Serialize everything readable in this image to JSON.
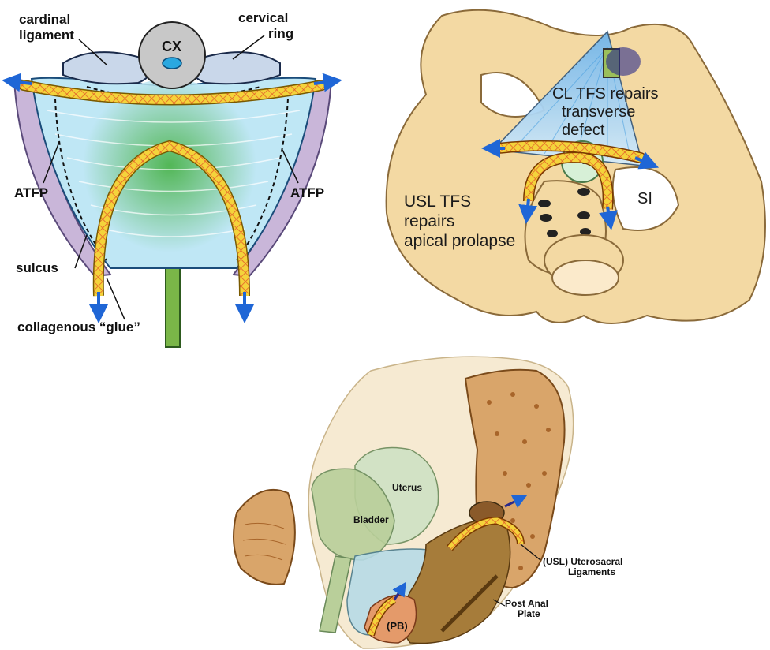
{
  "panel_vaginal_support": {
    "labels": {
      "cardinal": "cardinal",
      "ligament": "ligament",
      "cervical": "cervical",
      "ring": "ring",
      "cx": "CX",
      "atfp_left": "ATFP",
      "atfp_right": "ATFP",
      "sulcus": "sulcus",
      "glue": "collagenous “glue”"
    },
    "colors": {
      "tape": "#f4d33b",
      "tape_mesh": "#e35a2a",
      "arrow": "#1f66d6",
      "vagina": "#bfe7f5",
      "green_fill": "#5fbd4e",
      "ligament": "#c9d7ea",
      "rod": "#7ab648"
    }
  },
  "panel_pelvis_axial": {
    "labels": {
      "cl_line1": "CL TFS repairs",
      "cl_line2": "transverse",
      "cl_line3": "defect",
      "usl_line1": "USL TFS",
      "usl_line2": "repairs",
      "usl_line3": "apical prolapse",
      "si": "SI"
    },
    "colors": {
      "bone": "#f3d9a3",
      "bone_stroke": "#8a6a3a",
      "blue_fan": "#a9d3f0"
    }
  },
  "panel_sagittal": {
    "labels": {
      "uterus": "Uterus",
      "bladder": "Bladder",
      "usl_line1": "(USL) Uterosacral",
      "usl_line2": "Ligaments",
      "pap_line1": "Post Anal",
      "pap_line2": "Plate",
      "pb": "(PB)"
    },
    "colors": {
      "sacrum": "#d9a56a",
      "bladder": "#b9cf9a",
      "uterus": "#cfe2c4",
      "rectum": "#a67c3a",
      "perineal_body": "#e49a6a"
    }
  }
}
